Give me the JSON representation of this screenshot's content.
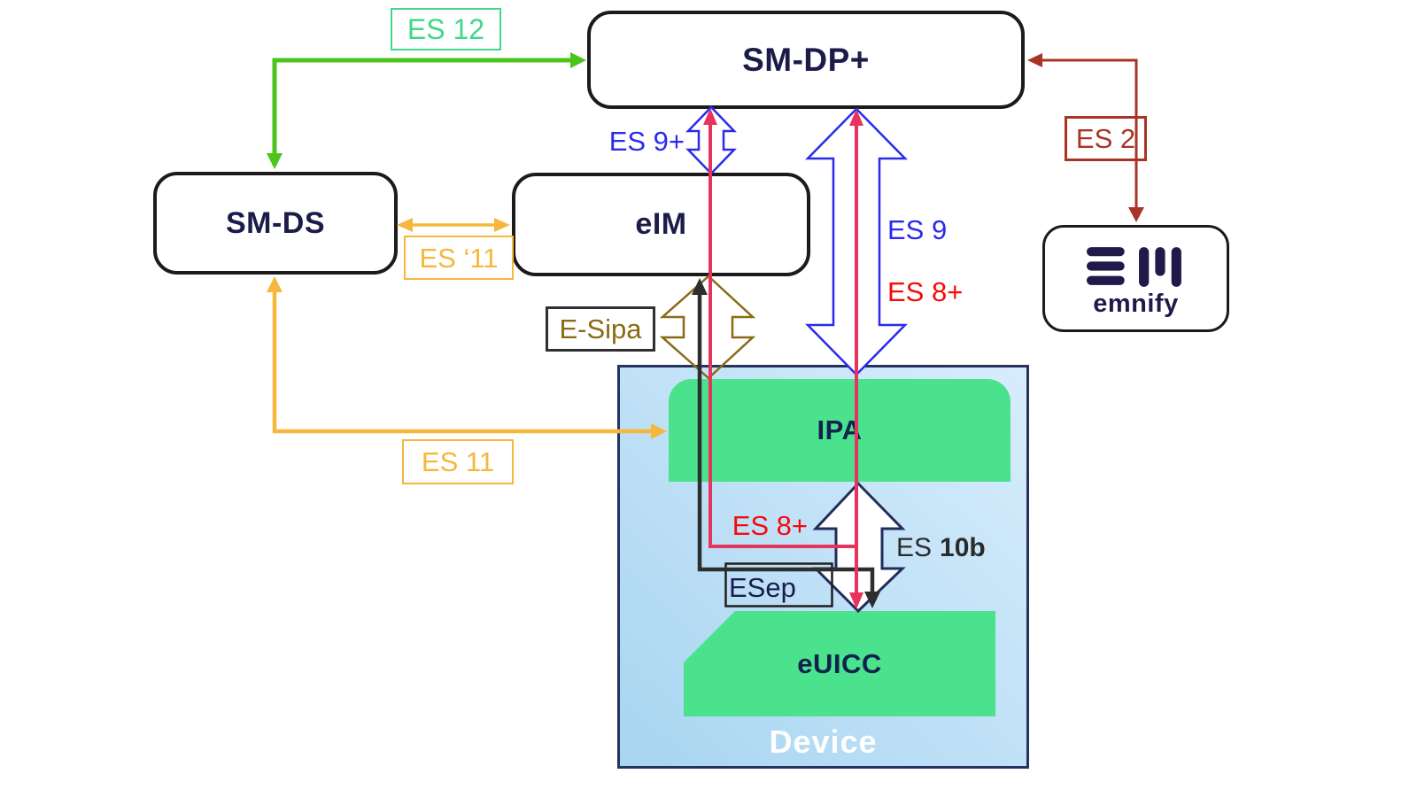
{
  "nodes": {
    "sm_dp": {
      "label": "SM-DP+"
    },
    "sm_ds": {
      "label": "SM-DS"
    },
    "eim": {
      "label": "eIM"
    },
    "emnify": {
      "wordmark": "emnify"
    },
    "device": {
      "label": "Device"
    },
    "ipa": {
      "label": "IPA"
    },
    "euicc": {
      "label": "eUICC"
    }
  },
  "edges": {
    "es12": "ES 12",
    "es11_handshake": "ES ‘11",
    "es11": "ES 11",
    "es2": "ES 2",
    "es9_plus": "ES 9+",
    "es9": "ES 9",
    "es8_plus_upper": "ES 8+",
    "es8_plus_device": "ES 8+",
    "es10b_prefix": "ES",
    "es10b_bold": "10b",
    "esipa": "E-Sipa",
    "esep": "ESep"
  },
  "colors": {
    "green_arrow": "#4cc41c",
    "spring_green_label": "#43d78a",
    "amber": "#f6b73c",
    "dark_red": "#a93425",
    "blue": "#2a2aee",
    "crimson_line": "#e7345c",
    "red_text": "#f50a0a",
    "olive": "#8a6a14",
    "black_line": "#2e2e2e",
    "node_green": "#4ae28c",
    "navy_text": "#1c1c4a",
    "device_border": "#27335f"
  }
}
